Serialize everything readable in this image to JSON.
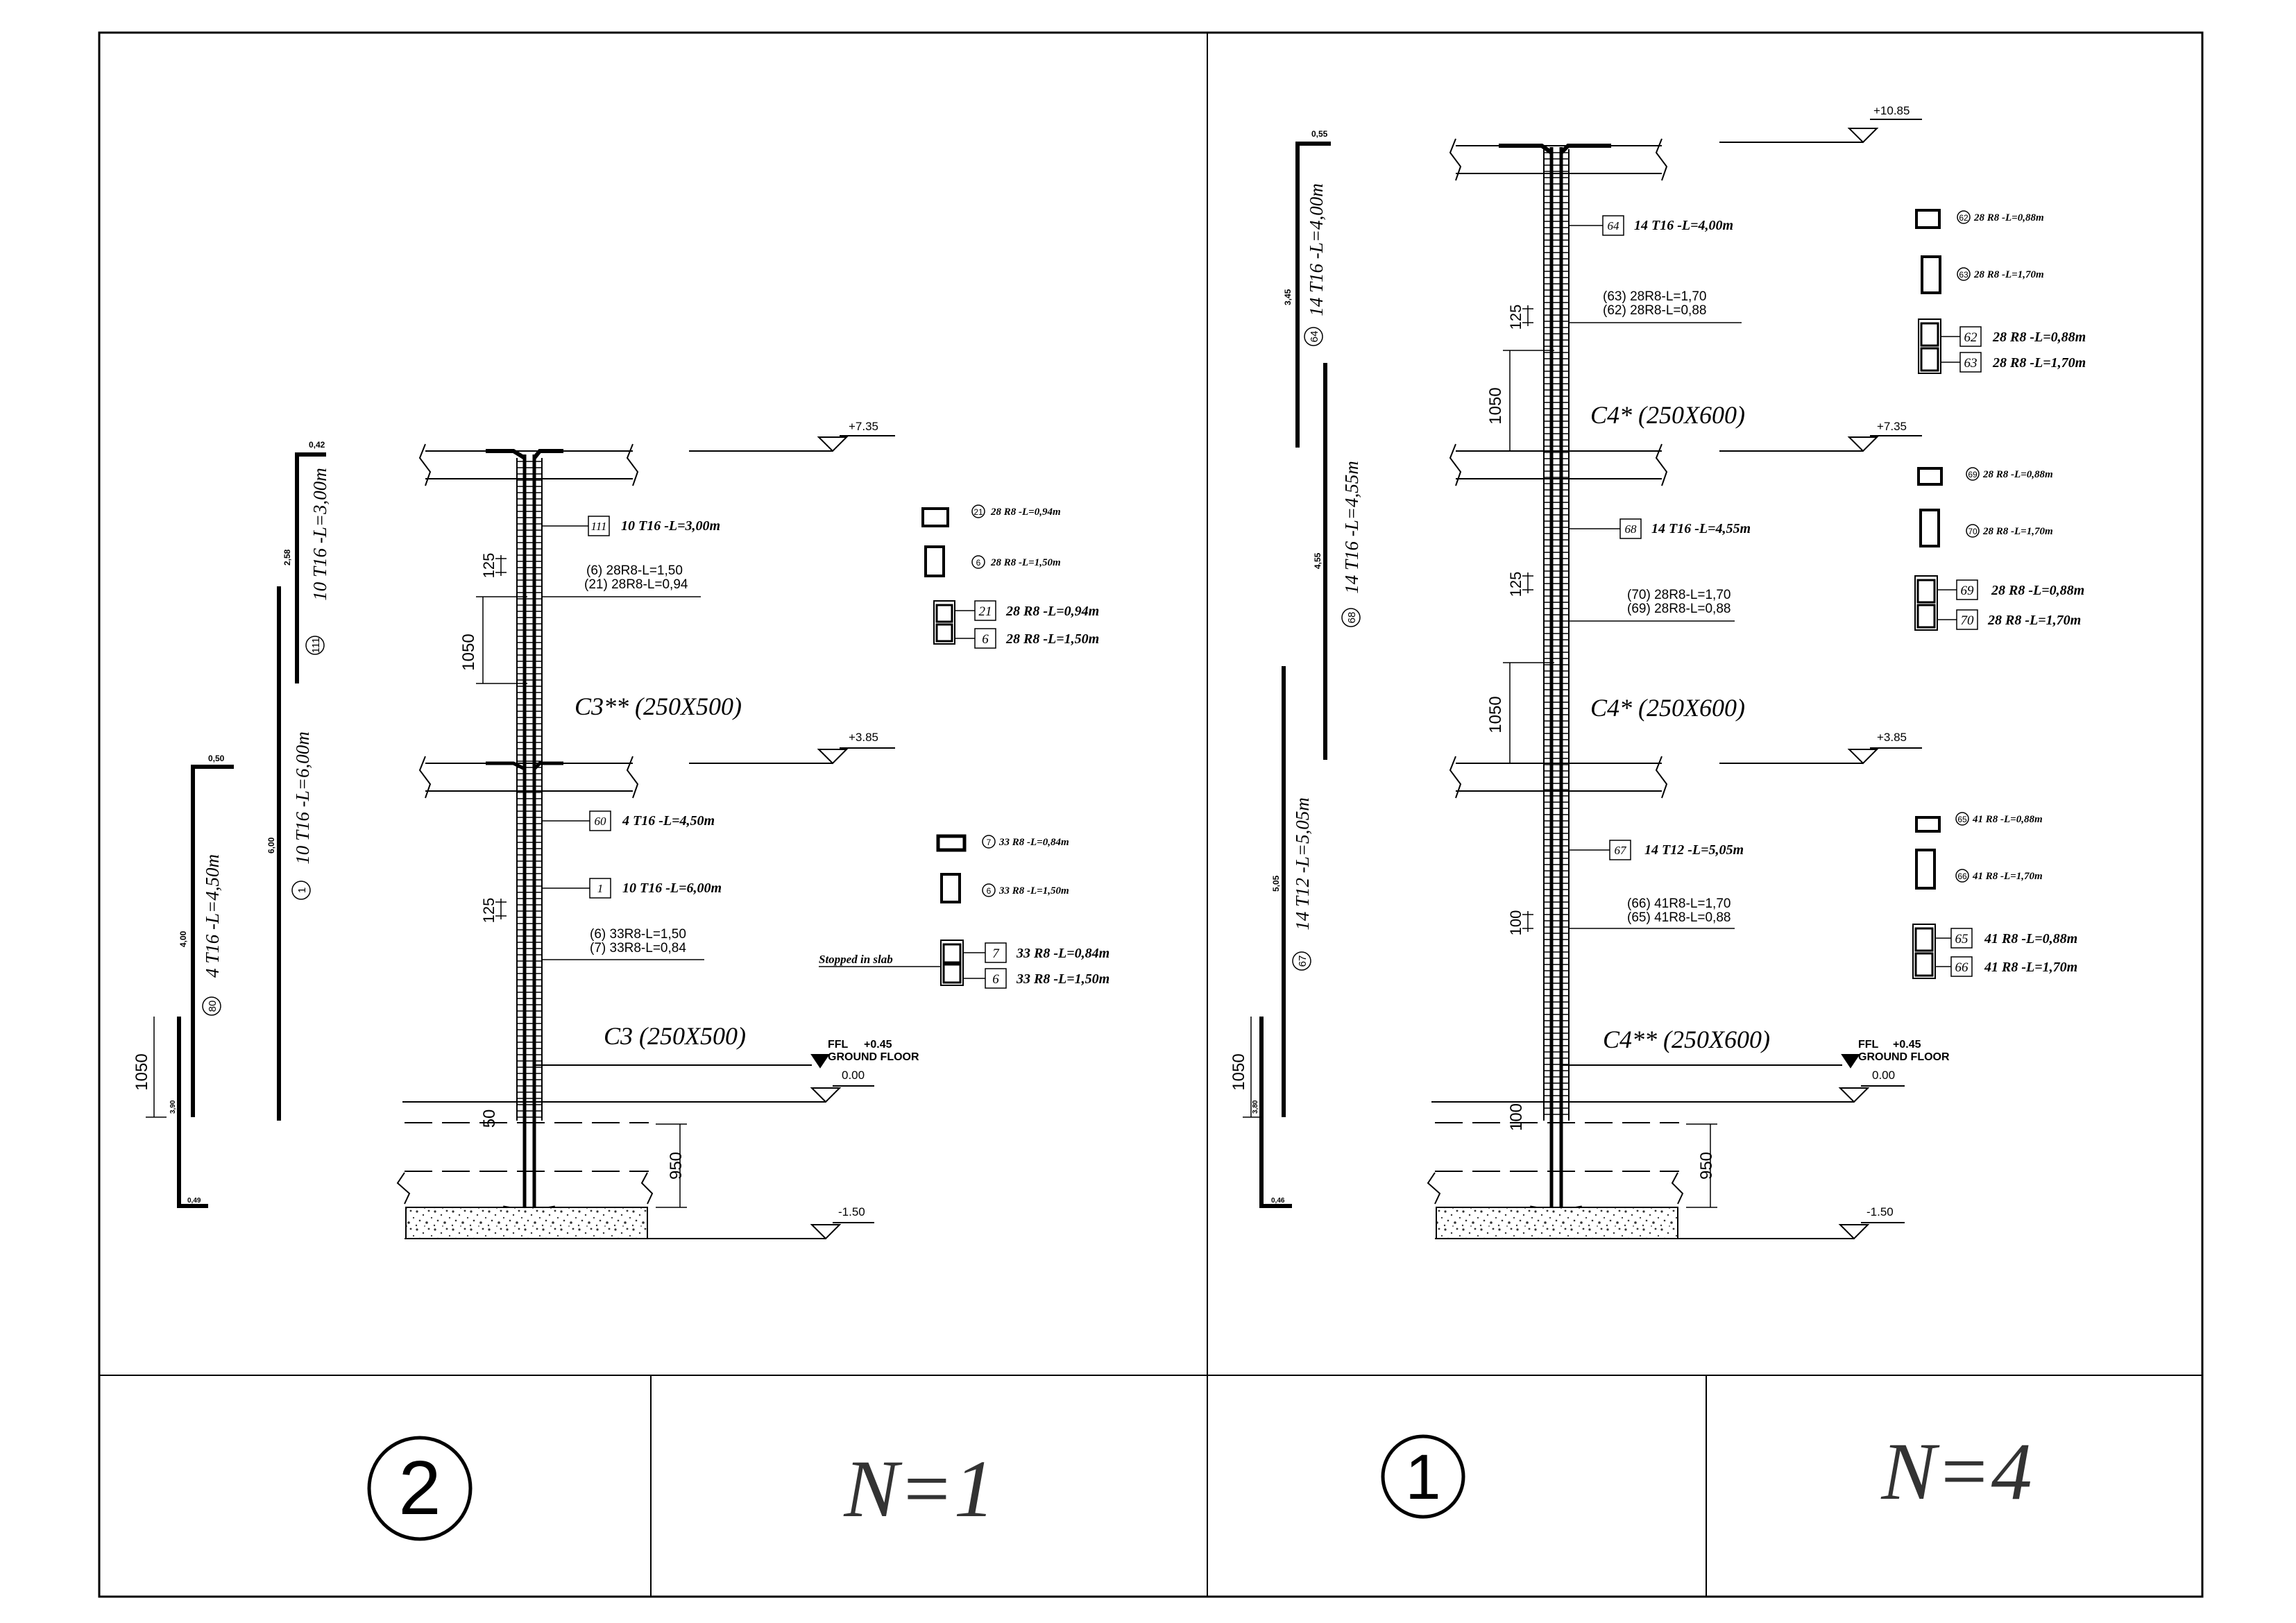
{
  "title_block": {
    "left": {
      "detail_number": "2",
      "count": "N=1"
    },
    "right": {
      "detail_number": "1",
      "count": "N=4"
    }
  },
  "left_detail": {
    "levels": {
      "top": "+7.35",
      "mid": "+3.85",
      "ffl_a": "FFL",
      "ffl_b": "+0.45",
      "ffl_c": "GROUND FLOOR",
      "zero": "0.00",
      "base": "-1.50"
    },
    "column_labels": {
      "upper": "C3** (250X500)",
      "lower": "C3  (250X500)"
    },
    "dims": {
      "d1050_upper": "1050",
      "d125_upper": "125",
      "d125_lower": "125",
      "d50": "50",
      "d950": "950",
      "d1050_side": "1050"
    },
    "bar_tags": {
      "b111": {
        "mark": "111",
        "text": "10 T16 -L=3,00m"
      },
      "b60": {
        "mark": "60",
        "text": "4 T16 -L=4,50m"
      },
      "b1": {
        "mark": "1",
        "text": "10 T16 -L=6,00m"
      }
    },
    "stirrup_notes": {
      "upper_a": "(6) 28R8-L=1,50",
      "upper_b": "(21) 28R8-L=0,94",
      "lower_a": "(6) 33R8-L=1,50",
      "lower_b": "(7) 33R8-L=0,84"
    },
    "schedule_upper": {
      "s21": {
        "mark": "21",
        "text": "28 R8 -L=0,94m"
      },
      "s6": {
        "mark": "6",
        "text": "28 R8 -L=1,50m"
      },
      "t21": {
        "mark": "21",
        "text": "28 R8 -L=0,94m"
      },
      "t6": {
        "mark": "6",
        "text": "28 R8 -L=1,50m"
      }
    },
    "schedule_lower": {
      "s7": {
        "mark": "7",
        "text": "33 R8 -L=0,84m"
      },
      "s8": {
        "mark": "6",
        "text": "33 R8 -L=1,50m"
      },
      "t7": {
        "mark": "7",
        "text": "33 R8 -L=0,84m"
      },
      "t6": {
        "mark": "6",
        "text": "33 R8 -L=1,50m"
      },
      "note": "Stopped in slab"
    },
    "side_bars": {
      "b111": {
        "mark": "111",
        "text": "10 T16 -L=3,00m",
        "top": "0,42",
        "len": "2,58"
      },
      "b1": {
        "mark": "1",
        "text": "10 T16 -L=6,00m",
        "len": "6,00"
      },
      "b80": {
        "mark": "80",
        "text": "4 T16 -L=4,50m",
        "top": "0,50",
        "len": "4,00",
        "low": "3,90",
        "foot": "0,49"
      }
    }
  },
  "right_detail": {
    "levels": {
      "top": "+10.85",
      "upper": "+7.35",
      "mid": "+3.85",
      "ffl_a": "FFL",
      "ffl_b": "+0.45",
      "ffl_c": "GROUND FLOOR",
      "zero": "0.00",
      "base": "-1.50"
    },
    "column_labels": {
      "top": "C4* (250X600)",
      "middle": "C4* (250X600)",
      "lower": "C4** (250X600)"
    },
    "dims": {
      "d1050_a": "1050",
      "d1050_b": "1050",
      "d125_a": "125",
      "d125_b": "125",
      "d100_a": "100",
      "d100_b": "100",
      "d950": "950",
      "d1050_side": "1050"
    },
    "bar_tags": {
      "b64": {
        "mark": "64",
        "text": "14 T16 -L=4,00m"
      },
      "b68": {
        "mark": "68",
        "text": "14 T16 -L=4,55m"
      },
      "b67": {
        "mark": "67",
        "text": "14 T12 -L=5,05m"
      }
    },
    "stirrup_notes": {
      "top_a": "(63) 28R8-L=1,70",
      "top_b": "(62) 28R8-L=0,88",
      "mid_a": "(70) 28R8-L=1,70",
      "mid_b": "(69) 28R8-L=0,88",
      "low_a": "(66) 41R8-L=1,70",
      "low_b": "(65) 41R8-L=0,88"
    },
    "schedule_top": {
      "s62": {
        "mark": "62",
        "text": "28 R8 -L=0,88m"
      },
      "s63": {
        "mark": "63",
        "text": "28 R8 -L=1,70m"
      },
      "t62": {
        "mark": "62",
        "text": "28 R8 -L=0,88m"
      },
      "t63": {
        "mark": "63",
        "text": "28 R8 -L=1,70m"
      }
    },
    "schedule_mid": {
      "s69": {
        "mark": "69",
        "text": "28 R8 -L=0,88m"
      },
      "s70": {
        "mark": "70",
        "text": "28 R8 -L=1,70m"
      },
      "t69": {
        "mark": "69",
        "text": "28 R8 -L=0,88m"
      },
      "t70": {
        "mark": "70",
        "text": "28 R8 -L=1,70m"
      }
    },
    "schedule_low": {
      "s65": {
        "mark": "65",
        "text": "41 R8 -L=0,88m"
      },
      "s66": {
        "mark": "66",
        "text": "41 R8 -L=1,70m"
      },
      "t65": {
        "mark": "65",
        "text": "41 R8 -L=0,88m"
      },
      "t66": {
        "mark": "66",
        "text": "41 R8 -L=1,70m"
      }
    },
    "side_bars": {
      "b64": {
        "mark": "64",
        "text": "14 T16 -L=4,00m",
        "top": "0,55",
        "len": "3,45"
      },
      "b68": {
        "mark": "68",
        "text": "14 T16 -L=4,55m",
        "len": "4,55"
      },
      "b67": {
        "mark": "67",
        "text": "14 T12 -L=5,05m",
        "len": "5,05",
        "low": "3,80",
        "foot": "0,46"
      }
    }
  }
}
